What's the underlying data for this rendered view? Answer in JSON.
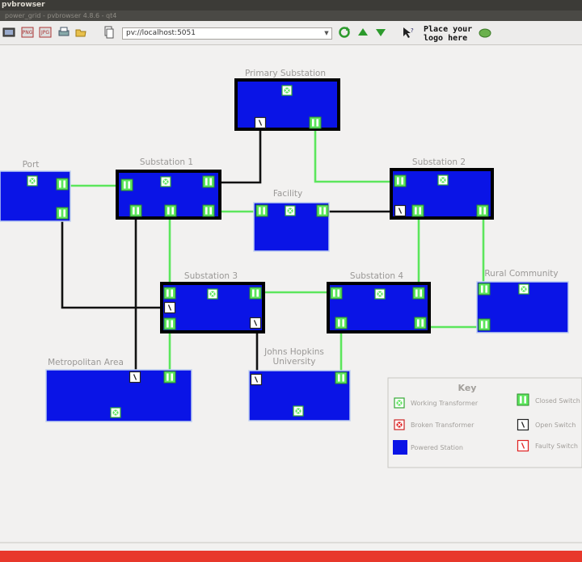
{
  "window": {
    "title": "pvbrowser",
    "subtitle": "power_grid - pvbrowser 4.8.6 - qt4"
  },
  "toolbar": {
    "url_value": "pv://localhost:5051",
    "logo_text": "Place your\nlogo here"
  },
  "colors": {
    "station_fill": "#0a14e6",
    "closed_switch": "#5ce65c",
    "open_wire": "#111111",
    "faulty": "#e02020"
  },
  "stations": [
    {
      "id": "primary",
      "name": "Primary Substation"
    },
    {
      "id": "port",
      "name": "Port"
    },
    {
      "id": "sub1",
      "name": "Substation 1"
    },
    {
      "id": "facility",
      "name": "Facility"
    },
    {
      "id": "sub2",
      "name": "Substation 2"
    },
    {
      "id": "sub3",
      "name": "Substation 3"
    },
    {
      "id": "sub4",
      "name": "Substation 4"
    },
    {
      "id": "rural",
      "name": "Rural Community"
    },
    {
      "id": "metro",
      "name": "Metropolitan Area"
    },
    {
      "id": "jhu",
      "name": "Johns Hopkins University"
    }
  ],
  "key": {
    "title": "Key",
    "working_transformer": "Working Transformer",
    "broken_transformer": "Broken Transformer",
    "powered_station": "Powered Station",
    "closed_switch": "Closed Switch",
    "open_switch": "Open Switch",
    "faulty_switch": "Faulty Switch"
  }
}
